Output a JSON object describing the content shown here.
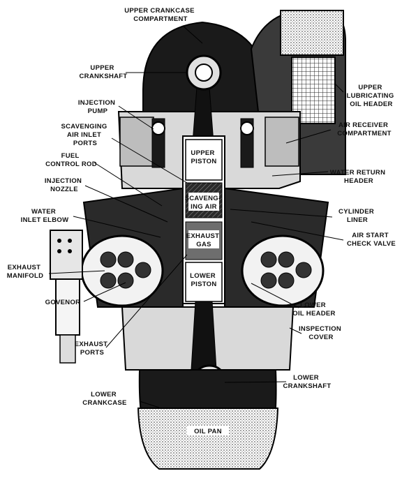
{
  "diagram": {
    "colors": {
      "ink": "#000000",
      "dark_fill": "#1a1a1a",
      "mid_fill": "#6e6e6e",
      "light_fill": "#d9d9d9",
      "paper": "#ffffff"
    },
    "labels": {
      "upper_crankcase_compartment": [
        "UPPER CRANKCASE",
        "COMPARTMENT"
      ],
      "upper_crankshaft": [
        "UPPER",
        "CRANKSHAFT"
      ],
      "injection_pump": [
        "INJECTION",
        "PUMP"
      ],
      "scavenging_air_inlet_ports": [
        "SCAVENGING",
        "AIR INLET",
        "PORTS"
      ],
      "fuel_control_rod": [
        "FUEL",
        "CONTROL ROD"
      ],
      "injection_nozzle": [
        "INJECTION",
        "NOZZLE"
      ],
      "water_inlet_elbow": [
        "WATER",
        "INLET ELBOW"
      ],
      "exhaust_manifold": [
        "EXHAUST",
        "MANIFOLD"
      ],
      "governor": [
        "GOVENOR"
      ],
      "exhaust_ports": [
        "EXHAUST",
        "PORTS"
      ],
      "lower_crankcase": [
        "LOWER",
        "CRANKCASE"
      ],
      "upper_lubricating_oil_header": [
        "UPPER",
        "LUBRICATING",
        "OIL HEADER"
      ],
      "air_receiver_compartment": [
        "AIR RECEIVER",
        "COMPARTMENT"
      ],
      "water_return_header": [
        "WATER RETURN",
        "HEADER"
      ],
      "cylinder_liner": [
        "CYLINDER",
        "LINER"
      ],
      "air_start_check_valve": [
        "AIR START",
        "CHECK VALVE"
      ],
      "lower_oil_header": [
        "LOWER",
        "OIL HEADER"
      ],
      "inspection_cover": [
        "INSPECTION",
        "COVER"
      ],
      "lower_crankshaft": [
        "LOWER",
        "CRANKSHAFT"
      ],
      "upper_piston": [
        "UPPER",
        "PISTON"
      ],
      "scavenging_air": [
        "SCAVENG-",
        "ING AIR"
      ],
      "exhaust_gas": [
        "EXHAUST",
        "GAS"
      ],
      "lower_piston": [
        "LOWER",
        "PISTON"
      ],
      "oil_pan": [
        "OIL PAN"
      ]
    }
  }
}
